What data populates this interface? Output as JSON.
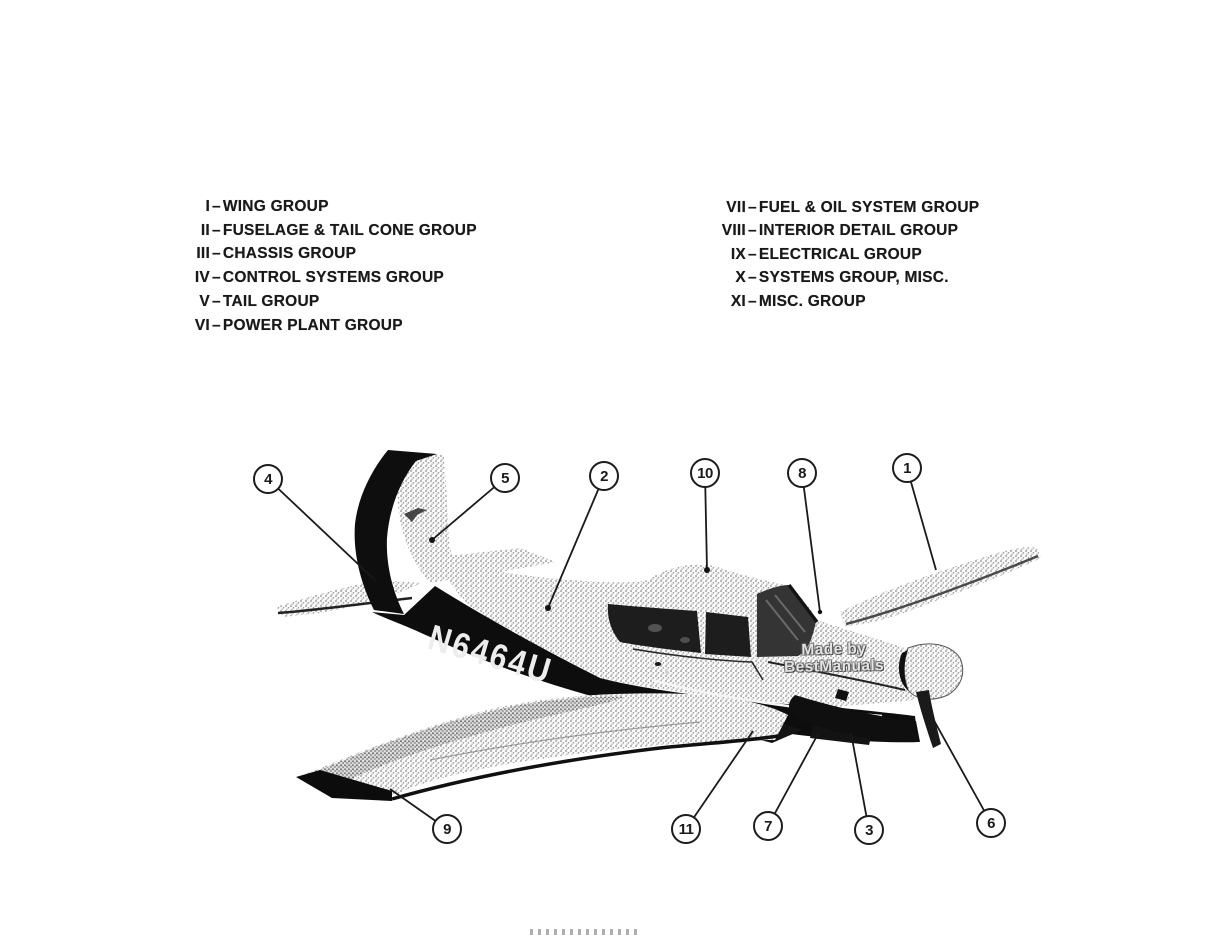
{
  "legend": {
    "separator": "–",
    "left": [
      {
        "numeral": "I",
        "label": "WING GROUP"
      },
      {
        "numeral": "II",
        "label": "FUSELAGE & TAIL CONE GROUP"
      },
      {
        "numeral": "III",
        "label": "CHASSIS GROUP"
      },
      {
        "numeral": "IV",
        "label": "CONTROL SYSTEMS GROUP"
      },
      {
        "numeral": "V",
        "label": "TAIL GROUP"
      },
      {
        "numeral": "VI",
        "label": "POWER PLANT GROUP"
      }
    ],
    "right": [
      {
        "numeral": "VII",
        "label": "FUEL & OIL SYSTEM GROUP"
      },
      {
        "numeral": "VIII",
        "label": "INTERIOR DETAIL GROUP"
      },
      {
        "numeral": "IX",
        "label": "ELECTRICAL GROUP"
      },
      {
        "numeral": "X",
        "label": "SYSTEMS GROUP, MISC."
      },
      {
        "numeral": "XI",
        "label": "MISC. GROUP"
      }
    ]
  },
  "illustration": {
    "registration": "N6464U",
    "watermark": {
      "line1": "Made by",
      "line2": "BestManuals"
    },
    "callouts": [
      "1",
      "2",
      "3",
      "4",
      "5",
      "6",
      "7",
      "8",
      "9",
      "10",
      "11"
    ]
  },
  "colors": {
    "ink": "#1a1a1a",
    "paper": "#ffffff"
  }
}
